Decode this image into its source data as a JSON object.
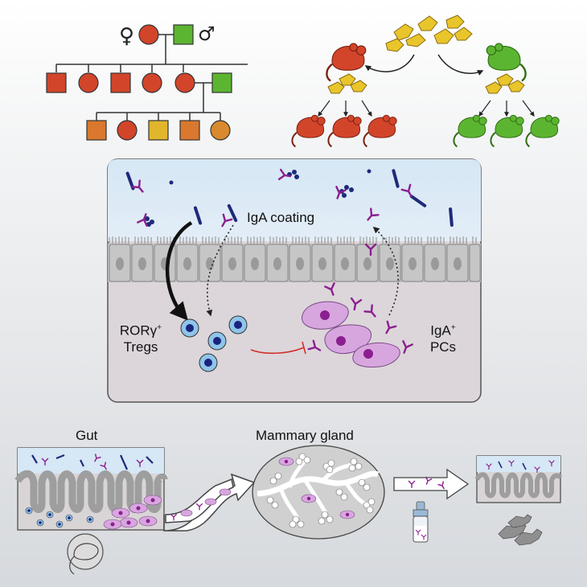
{
  "pedigree": {
    "female_symbol": "♀",
    "male_symbol": "♂"
  },
  "center_panel": {
    "iga_coating": "IgA coating",
    "treg_label_line1": "RORγ",
    "treg_label_sup": "+",
    "treg_label_line2": "Tregs",
    "pc_label_line1": "IgA",
    "pc_label_sup": "+",
    "pc_label_line2": "PCs"
  },
  "bottom": {
    "gut": "Gut",
    "mammary_gland": "Mammary gland"
  },
  "colors": {
    "background_top": "#ffffff",
    "background_bottom": "#d9dce0",
    "red_mouse": "#d2452a",
    "green_mouse": "#5cb531",
    "yellow_mouse": "#e8c52a",
    "lumen": "#d6e7f5",
    "tissue": "#d9d5d7",
    "epithelium": "#b9b9b9",
    "iga": "#8b1f8f",
    "treg_outer": "#8fc5ea",
    "treg_inner": "#1a237e",
    "pc_cell": "#d8a6df",
    "inhibit_arrow": "#d0302a"
  }
}
